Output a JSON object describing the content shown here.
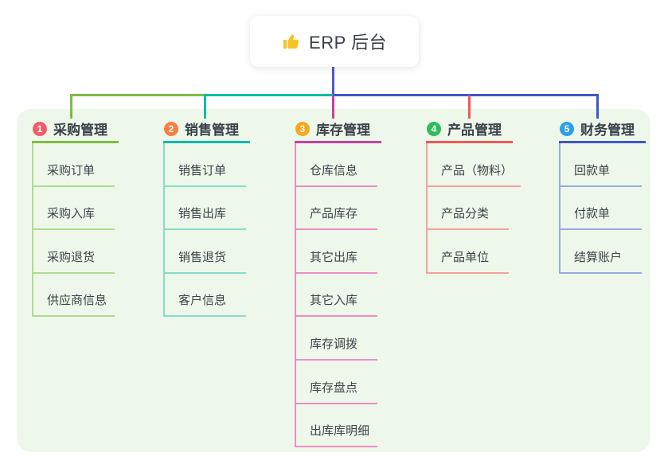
{
  "root": {
    "label": "ERP 后台",
    "icon": "thumbs-up-icon"
  },
  "branches": [
    {
      "index": "1",
      "label": "采购管理",
      "badge_color": "#F35B6C",
      "line_color": "#7FBC42",
      "sub_line_color": "#AFDB8E",
      "items": [
        "采购订单",
        "采购入库",
        "采购退货",
        "供应商信息"
      ]
    },
    {
      "index": "2",
      "label": "销售管理",
      "badge_color": "#F97D3F",
      "line_color": "#10BBA8",
      "sub_line_color": "#86DCCD",
      "items": [
        "销售订单",
        "销售出库",
        "销售退货",
        "客户信息"
      ]
    },
    {
      "index": "3",
      "label": "库存管理",
      "badge_color": "#FAA619",
      "line_color": "#C93F9F",
      "sub_line_color": "#EF8CC5",
      "items": [
        "仓库信息",
        "产品库存",
        "其它出库",
        "其它入库",
        "库存调拨",
        "库存盘点",
        "出库库明细"
      ]
    },
    {
      "index": "4",
      "label": "产品管理",
      "badge_color": "#30BC5C",
      "line_color": "#F15758",
      "sub_line_color": "#F8A0A0",
      "items": [
        "产品（物料）",
        "产品分类",
        "产品单位"
      ]
    },
    {
      "index": "5",
      "label": "财务管理",
      "badge_color": "#2E9FE6",
      "line_color": "#3E56C9",
      "sub_line_color": "#97A9DF",
      "items": [
        "回款单",
        "付款单",
        "结算账户"
      ]
    }
  ],
  "colors": {
    "panel_bg": "#EEF8EA",
    "root_line": "#4F5BD0",
    "icon_yellow": "#F7C325"
  }
}
